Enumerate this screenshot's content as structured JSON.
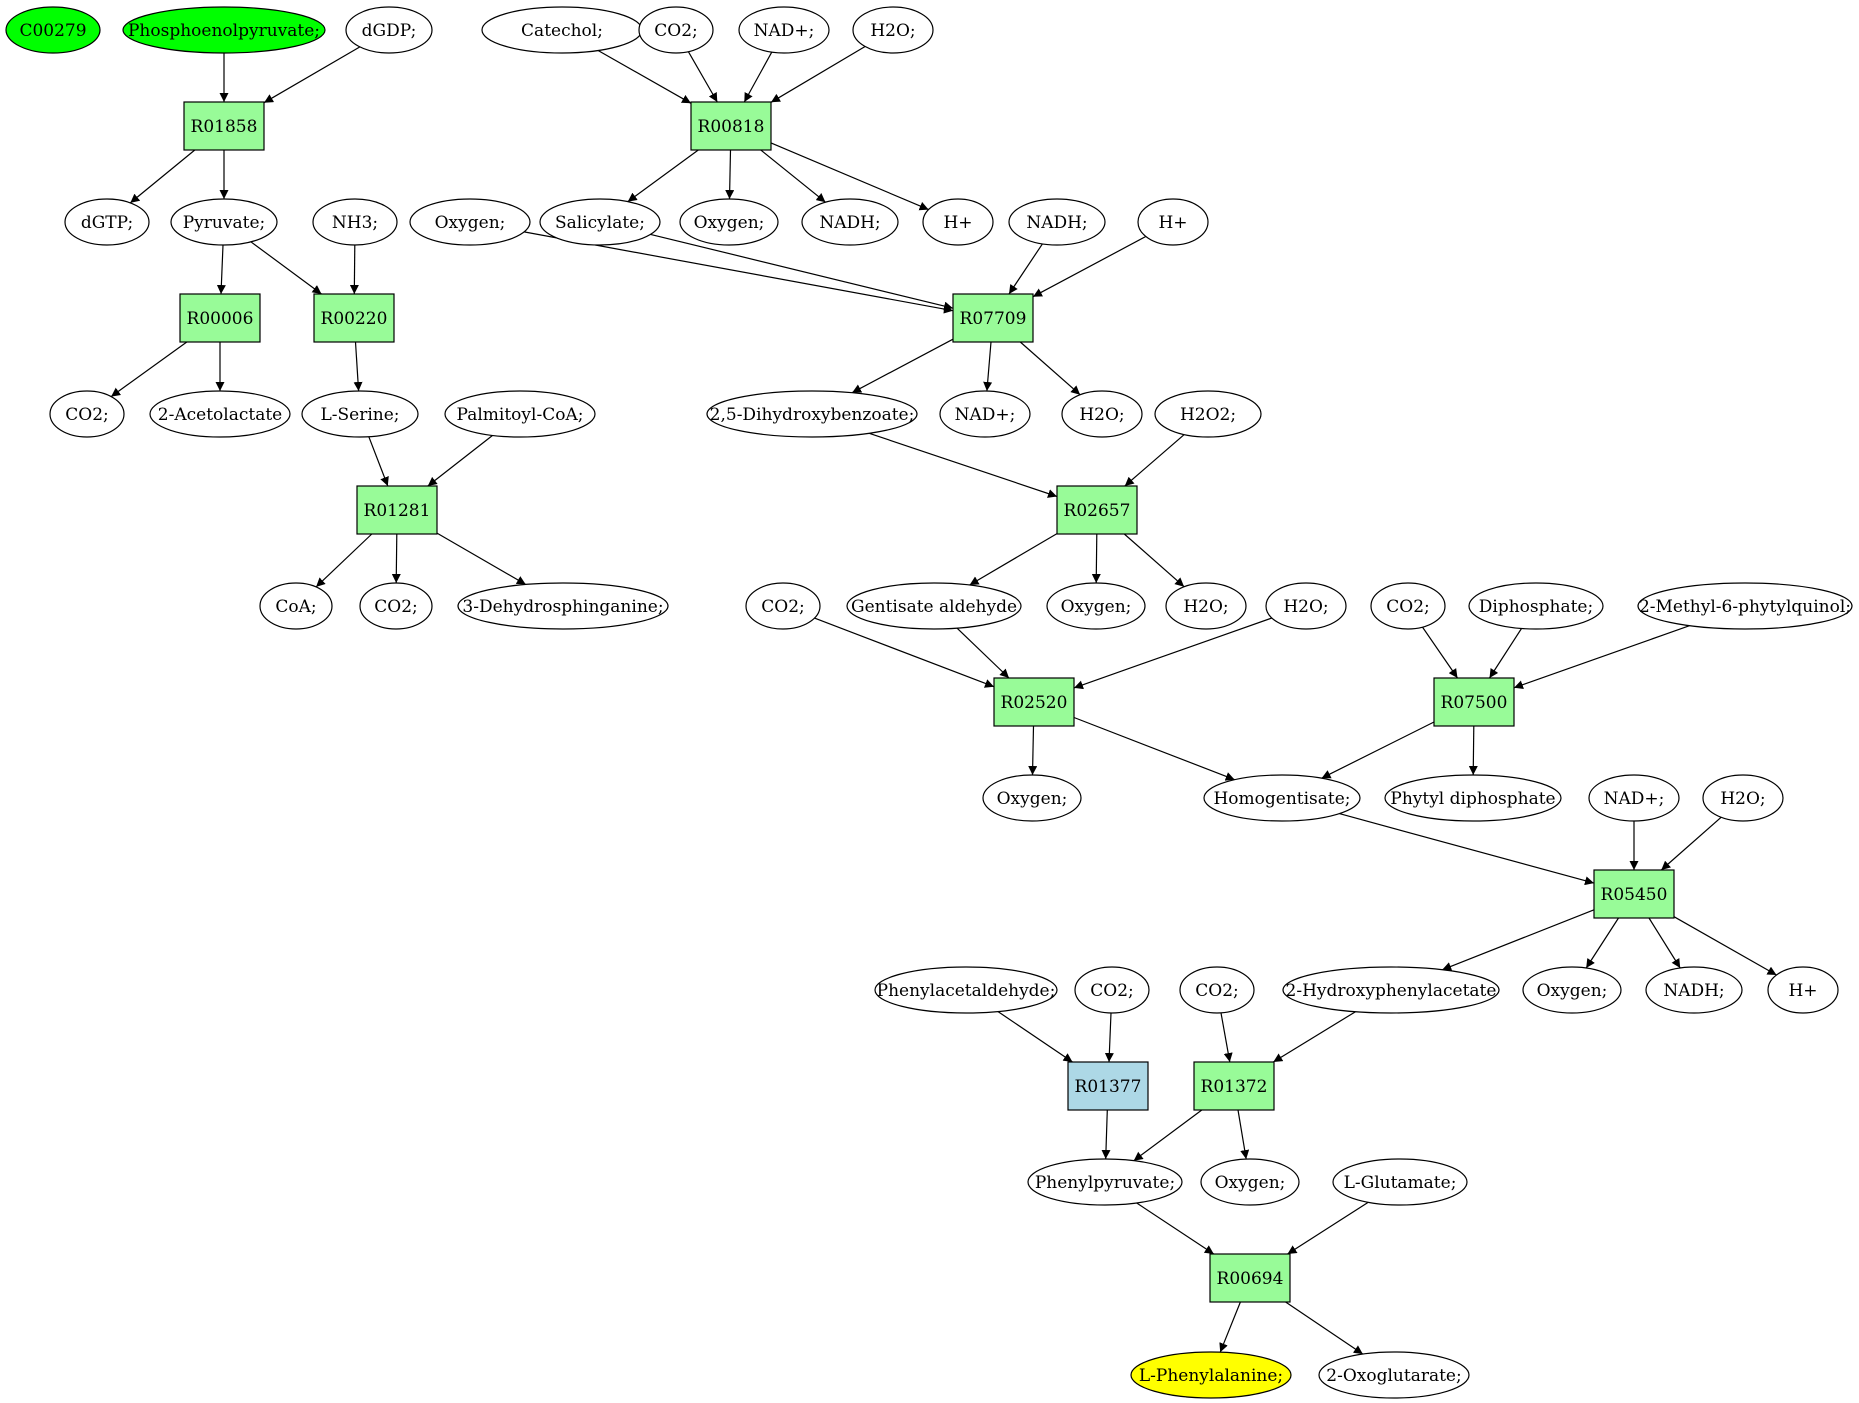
{
  "colors": {
    "compound": "#ffffff",
    "reaction": "#98fb98",
    "reaction_alt": "#add8e6",
    "source": "#00ff00",
    "target": "#ffff00",
    "stroke": "#000000"
  },
  "compounds": [
    {
      "id": "c0",
      "label": "C00279",
      "kind": "source"
    },
    {
      "id": "c1",
      "label": "Phosphoenolpyruvate;",
      "kind": "source"
    },
    {
      "id": "c2",
      "label": "dGDP;"
    },
    {
      "id": "c3",
      "label": "dGTP;"
    },
    {
      "id": "c4",
      "label": "Pyruvate;"
    },
    {
      "id": "c5",
      "label": "NH3;"
    },
    {
      "id": "c6",
      "label": "CO2;"
    },
    {
      "id": "c7",
      "label": "2-Acetolactate"
    },
    {
      "id": "c8",
      "label": "L-Serine;"
    },
    {
      "id": "c9",
      "label": "Palmitoyl-CoA;"
    },
    {
      "id": "c10",
      "label": "CoA;"
    },
    {
      "id": "c11",
      "label": "CO2;"
    },
    {
      "id": "c12",
      "label": "3-Dehydrosphinganine;"
    },
    {
      "id": "c13",
      "label": "Catechol;"
    },
    {
      "id": "c14",
      "label": "CO2;"
    },
    {
      "id": "c15",
      "label": "NAD+;"
    },
    {
      "id": "c16",
      "label": "H2O;"
    },
    {
      "id": "c17",
      "label": "Oxygen;"
    },
    {
      "id": "c18",
      "label": "Salicylate;"
    },
    {
      "id": "c19",
      "label": "Oxygen;"
    },
    {
      "id": "c20",
      "label": "NADH;"
    },
    {
      "id": "c21",
      "label": "H+"
    },
    {
      "id": "c22",
      "label": "NADH;"
    },
    {
      "id": "c23",
      "label": "H+"
    },
    {
      "id": "c24",
      "label": "2,5-Dihydroxybenzoate;"
    },
    {
      "id": "c25",
      "label": "NAD+;"
    },
    {
      "id": "c26",
      "label": "H2O;"
    },
    {
      "id": "c27",
      "label": "H2O2;"
    },
    {
      "id": "c28",
      "label": "CO2;"
    },
    {
      "id": "c29",
      "label": "Gentisate aldehyde"
    },
    {
      "id": "c30",
      "label": "Oxygen;"
    },
    {
      "id": "c31",
      "label": "H2O;"
    },
    {
      "id": "c32",
      "label": "H2O;"
    },
    {
      "id": "c33",
      "label": "CO2;"
    },
    {
      "id": "c34",
      "label": "Diphosphate;"
    },
    {
      "id": "c35",
      "label": "2-Methyl-6-phytylquinol;"
    },
    {
      "id": "c36",
      "label": "Oxygen;"
    },
    {
      "id": "c37",
      "label": "Homogentisate;"
    },
    {
      "id": "c38",
      "label": "Phytyl diphosphate"
    },
    {
      "id": "c39",
      "label": "NAD+;"
    },
    {
      "id": "c40",
      "label": "H2O;"
    },
    {
      "id": "c41",
      "label": "Phenylacetaldehyde;"
    },
    {
      "id": "c42",
      "label": "CO2;"
    },
    {
      "id": "c43",
      "label": "CO2;"
    },
    {
      "id": "c44",
      "label": "2-Hydroxyphenylacetate"
    },
    {
      "id": "c45",
      "label": "Oxygen;"
    },
    {
      "id": "c46",
      "label": "NADH;"
    },
    {
      "id": "c47",
      "label": "H+"
    },
    {
      "id": "c48",
      "label": "Phenylpyruvate;"
    },
    {
      "id": "c49",
      "label": "Oxygen;"
    },
    {
      "id": "c50",
      "label": "L-Glutamate;"
    },
    {
      "id": "c51",
      "label": "L-Phenylalanine;",
      "kind": "target"
    },
    {
      "id": "c52",
      "label": "2-Oxoglutarate;"
    }
  ],
  "reactions": [
    {
      "id": "r0",
      "label": "R01858"
    },
    {
      "id": "r1",
      "label": "R00006"
    },
    {
      "id": "r2",
      "label": "R00220"
    },
    {
      "id": "r3",
      "label": "R01281"
    },
    {
      "id": "r4",
      "label": "R00818"
    },
    {
      "id": "r5",
      "label": "R07709"
    },
    {
      "id": "r6",
      "label": "R02657"
    },
    {
      "id": "r7",
      "label": "R02520"
    },
    {
      "id": "r8",
      "label": "R07500"
    },
    {
      "id": "r9",
      "label": "R05450"
    },
    {
      "id": "r10",
      "label": "R01377",
      "kind": "alt"
    },
    {
      "id": "r11",
      "label": "R01372"
    },
    {
      "id": "r12",
      "label": "R00694"
    }
  ],
  "edges": [
    [
      "c1",
      "r0"
    ],
    [
      "c2",
      "r0"
    ],
    [
      "r0",
      "c3"
    ],
    [
      "r0",
      "c4"
    ],
    [
      "c4",
      "r1"
    ],
    [
      "c4",
      "r2"
    ],
    [
      "c5",
      "r2"
    ],
    [
      "r1",
      "c6"
    ],
    [
      "r1",
      "c7"
    ],
    [
      "r2",
      "c8"
    ],
    [
      "c8",
      "r3"
    ],
    [
      "c9",
      "r3"
    ],
    [
      "r3",
      "c10"
    ],
    [
      "r3",
      "c11"
    ],
    [
      "r3",
      "c12"
    ],
    [
      "c13",
      "r4"
    ],
    [
      "c14",
      "r4"
    ],
    [
      "c15",
      "r4"
    ],
    [
      "c16",
      "r4"
    ],
    [
      "r4",
      "c18"
    ],
    [
      "r4",
      "c19"
    ],
    [
      "r4",
      "c20"
    ],
    [
      "r4",
      "c21"
    ],
    [
      "c17",
      "r5"
    ],
    [
      "c18",
      "r5"
    ],
    [
      "c22",
      "r5"
    ],
    [
      "c23",
      "r5"
    ],
    [
      "r5",
      "c24"
    ],
    [
      "r5",
      "c25"
    ],
    [
      "r5",
      "c26"
    ],
    [
      "c24",
      "r6"
    ],
    [
      "c27",
      "r6"
    ],
    [
      "r6",
      "c29"
    ],
    [
      "r6",
      "c30"
    ],
    [
      "r6",
      "c31"
    ],
    [
      "c28",
      "r7"
    ],
    [
      "c29",
      "r7"
    ],
    [
      "c32",
      "r7"
    ],
    [
      "r7",
      "c36"
    ],
    [
      "r7",
      "c37"
    ],
    [
      "c33",
      "r8"
    ],
    [
      "c34",
      "r8"
    ],
    [
      "c35",
      "r8"
    ],
    [
      "r8",
      "c37"
    ],
    [
      "r8",
      "c38"
    ],
    [
      "c37",
      "r9"
    ],
    [
      "c39",
      "r9"
    ],
    [
      "c40",
      "r9"
    ],
    [
      "r9",
      "c44"
    ],
    [
      "r9",
      "c45"
    ],
    [
      "r9",
      "c46"
    ],
    [
      "r9",
      "c47"
    ],
    [
      "c41",
      "r10"
    ],
    [
      "c42",
      "r10"
    ],
    [
      "r10",
      "c48"
    ],
    [
      "c43",
      "r11"
    ],
    [
      "c44",
      "r11"
    ],
    [
      "r11",
      "c48"
    ],
    [
      "r11",
      "c49"
    ],
    [
      "c48",
      "r12"
    ],
    [
      "c50",
      "r12"
    ],
    [
      "r12",
      "c51"
    ],
    [
      "r12",
      "c52"
    ]
  ]
}
